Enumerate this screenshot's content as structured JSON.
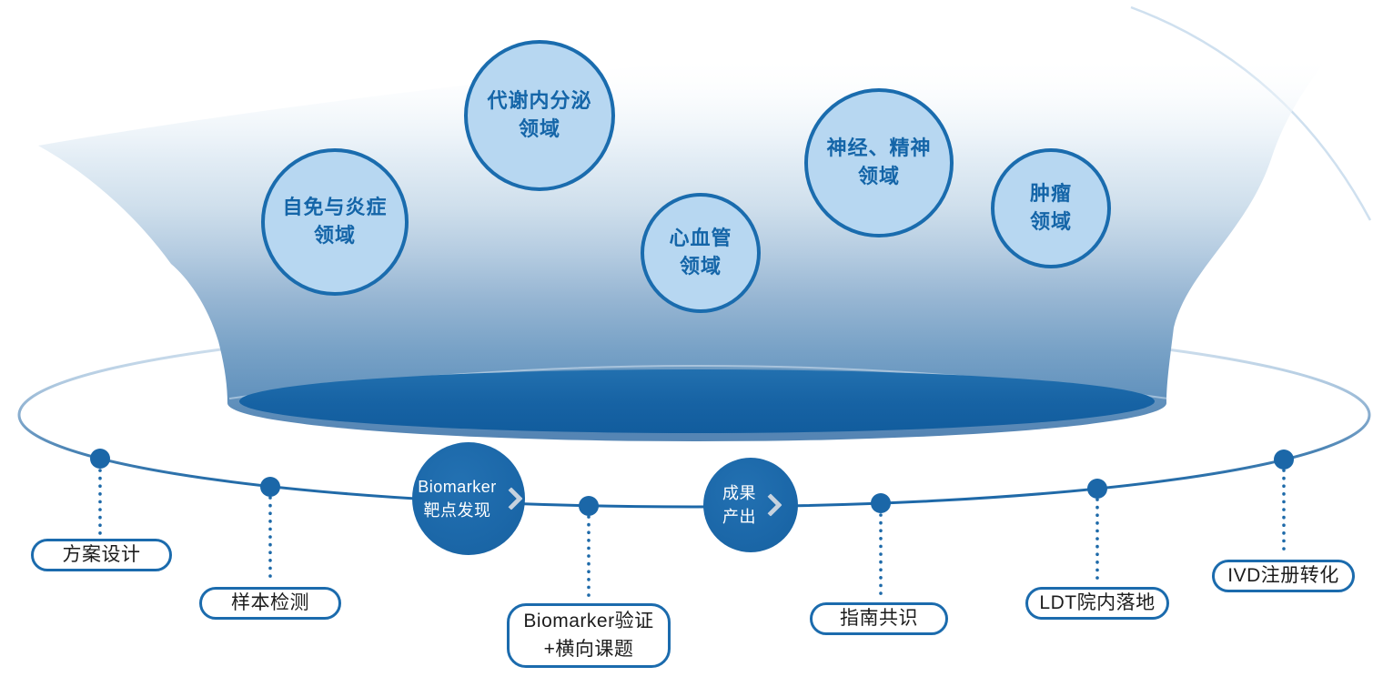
{
  "palette": {
    "primary_blue": "#1b67a8",
    "domain_fill": "#b7d7f1",
    "domain_border": "#1a6cae",
    "domain_text": "#1465a8",
    "pill_border": "#1b6bad",
    "pill_text": "#1c1c1c",
    "stage_text": "#ffffff",
    "chevron": "#c7d2de",
    "funnel_mouth_dark": "#17639f",
    "funnel_wall_mid": "#7aa2c6"
  },
  "funnel_domains": [
    {
      "lines": [
        "自免与炎症",
        "领域"
      ]
    },
    {
      "lines": [
        "代谢内分泌",
        "领域"
      ]
    },
    {
      "lines": [
        "心血管",
        "领域"
      ]
    },
    {
      "lines": [
        "神经、精神",
        "领域"
      ]
    },
    {
      "lines": [
        "肿瘤",
        "领域"
      ]
    }
  ],
  "pipeline": {
    "stages": [
      {
        "lines": [
          "Biomarker",
          "靶点发现"
        ],
        "icon": "chevron-right"
      },
      {
        "lines": [
          "成果",
          "产出"
        ],
        "icon": "chevron-right"
      }
    ],
    "milestones": [
      {
        "lines": [
          "方案设计"
        ]
      },
      {
        "lines": [
          "样本检测"
        ]
      },
      {
        "lines": [
          "Biomarker验证",
          "+横向课题"
        ]
      },
      {
        "lines": [
          "指南共识"
        ]
      },
      {
        "lines": [
          "LDT院内落地"
        ]
      },
      {
        "lines": [
          "IVD注册转化"
        ]
      }
    ]
  }
}
